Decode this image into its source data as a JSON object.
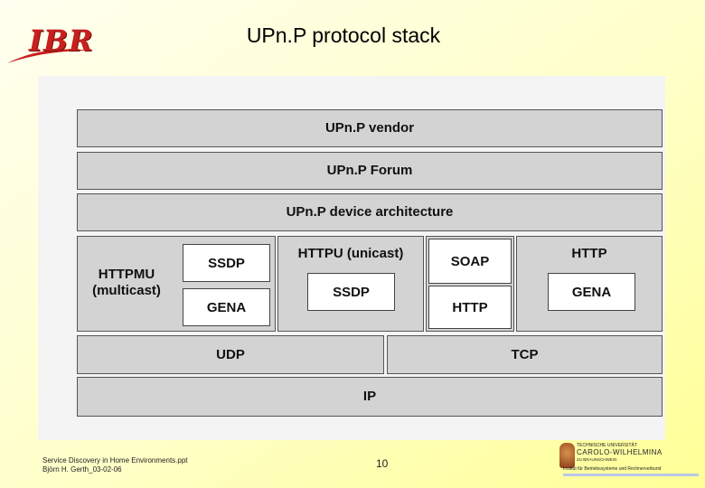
{
  "header": {
    "logo_text": "IBR",
    "title": "UPn.P protocol stack"
  },
  "diagram": {
    "layers": {
      "vendor": "UPn.P vendor",
      "forum": "UPn.P Forum",
      "device_arch": "UPn.P device architecture",
      "udp": "UDP",
      "tcp": "TCP",
      "ip": "IP"
    },
    "httpmu": {
      "line1": "HTTPMU",
      "line2": "(multicast)",
      "ssdp": "SSDP",
      "gena": "GENA"
    },
    "httpu": {
      "label": "HTTPU (unicast)",
      "ssdp": "SSDP"
    },
    "soap_stack": {
      "soap": "SOAP",
      "http": "HTTP"
    },
    "http": {
      "label": "HTTP",
      "gena": "GENA"
    }
  },
  "footer": {
    "line1": "Service Discovery in Home Environments.ppt",
    "line2": "Björn H. Gerth_03-02-06",
    "page": "10",
    "uni_top": "TECHNISCHE UNIVERSITÄT",
    "uni_name": "CAROLO-WILHELMINA",
    "uni_city": "ZU BRAUNSCHWEIG",
    "institute": "Institut für Betriebssysteme und Rechnerverbund"
  },
  "colors": {
    "layer_fill": "#d3d3d3",
    "box_fill": "#ffffff",
    "logo_red": "#c8201e"
  }
}
